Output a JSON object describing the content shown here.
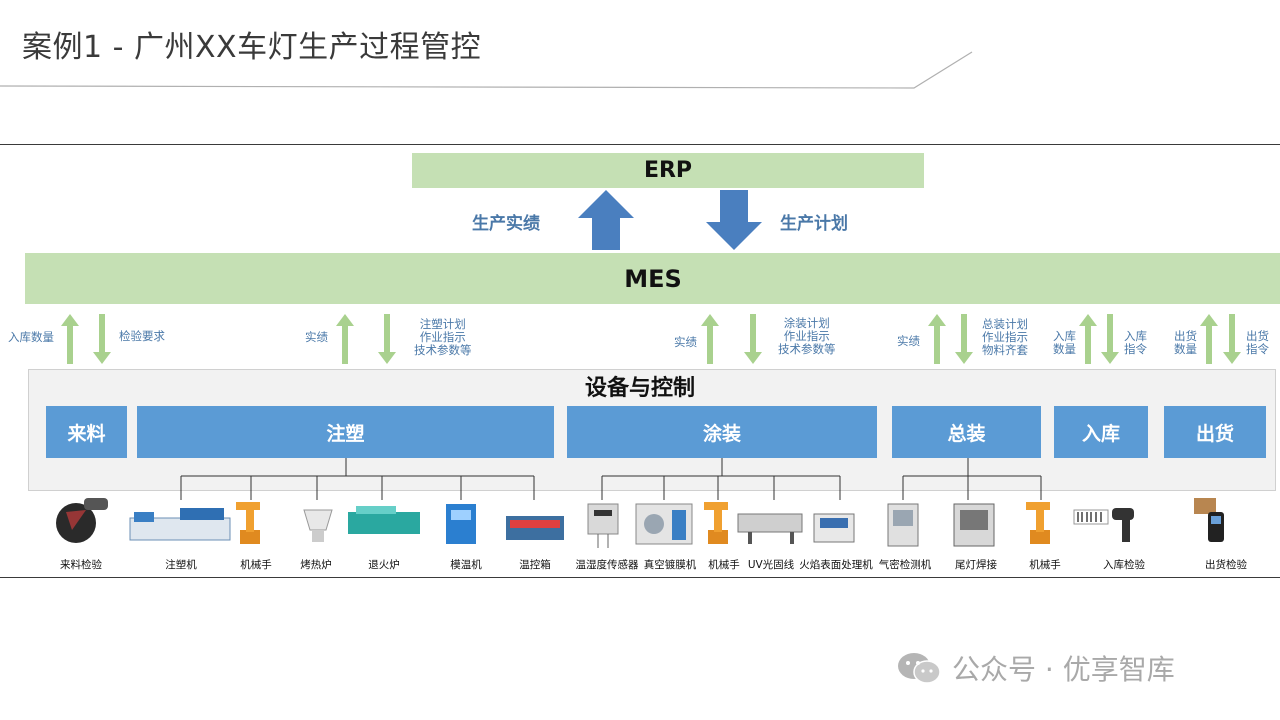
{
  "title": "案例1 - 广州XX车灯生产过程管控",
  "erp": "ERP",
  "mes": "MES",
  "up_label": "生产实绩",
  "down_label": "生产计划",
  "equipment_title": "设备与控制",
  "processes": {
    "incoming": "来料",
    "molding": "注塑",
    "coating": "涂装",
    "assembly": "总装",
    "storage": "入库",
    "shipping": "出货"
  },
  "flows": {
    "incoming_up": "入库数量",
    "incoming_down": "检验要求",
    "molding_up": "实绩",
    "molding_down": [
      "注塑计划",
      "作业指示",
      "技术参数等"
    ],
    "coating_up": "实绩",
    "coating_down": [
      "涂装计划",
      "作业指示",
      "技术参数等"
    ],
    "assembly_up": "实绩",
    "assembly_down": [
      "总装计划",
      "作业指示",
      "物料齐套"
    ],
    "storage_up": [
      "入库",
      "数量"
    ],
    "storage_down": [
      "入库",
      "指令"
    ],
    "shipping_up": [
      "出货",
      "数量"
    ],
    "shipping_down": [
      "出货",
      "指令"
    ]
  },
  "devices": [
    "来料检验",
    "注塑机",
    "机械手",
    "烤热炉",
    "退火炉",
    "模温机",
    "温控箱",
    "温湿度传感器",
    "真空镀膜机",
    "机械手",
    "UV光固线",
    "火焰表面处理机",
    "气密检测机",
    "尾灯焊接",
    "机械手",
    "入库检验",
    "出货检验"
  ],
  "colors": {
    "green_bar": "#c5e0b4",
    "process_blue": "#5b9bd5",
    "big_arrow": "#4a7fbf",
    "small_arrow": "#a9d18e",
    "label_blue": "#4a78a8"
  },
  "watermark": "公众号 · 优享智库"
}
